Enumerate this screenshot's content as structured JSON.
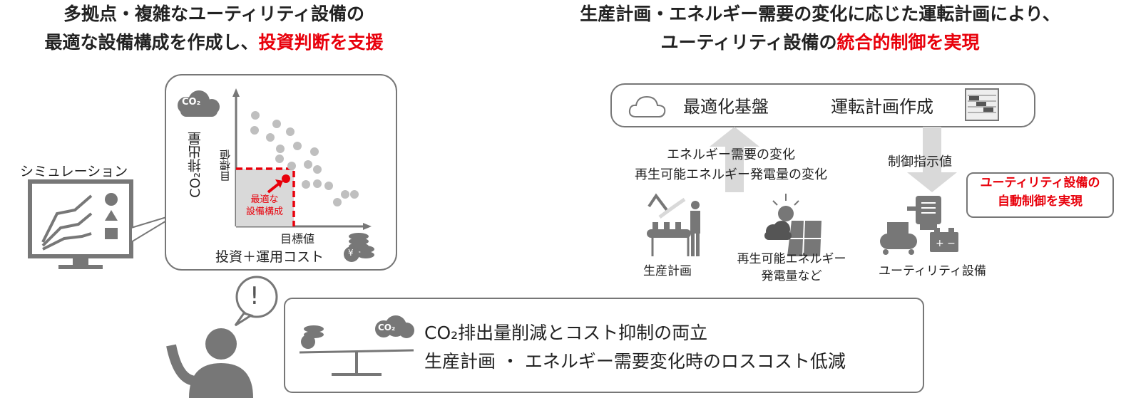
{
  "left_title": {
    "line1": "多拠点・複雑なユーティリティ設備の",
    "line2_prefix": "最適な設備構成を作成し、",
    "line2_highlight": "投資判断を支援"
  },
  "right_title": {
    "line1": "生産計画・エネルギー需要の変化に応じた運転計画により、",
    "line2_prefix": "ユーティリティ設備の",
    "line2_highlight": "統合的制御を実現"
  },
  "simulation": {
    "label": "シミュレーション"
  },
  "chart": {
    "co2_badge": "CO₂",
    "y_label": "CO₂排出量",
    "y_target": "目標値",
    "x_target": "目標値",
    "x_label": "投資＋運用コスト",
    "optimal_label_1": "最適な",
    "optimal_label_2": "設備構成",
    "yen": "¥"
  },
  "platform": {
    "label1": "最適化基盤",
    "label2": "運転計画作成"
  },
  "flow": {
    "up_line1": "エネルギー需要の変化",
    "up_line2": "再生可能エネルギー発電量の変化",
    "down_label": "制御指示値"
  },
  "callout": {
    "line1": "ユーティリティ設備の",
    "line2": "自動制御を実現"
  },
  "icons": {
    "production": "生産計画",
    "renewable_1": "再生可能エネルギー",
    "renewable_2": "発電量など",
    "utility": "ユーティリティ設備"
  },
  "bottom": {
    "exclaim": "!",
    "co2_badge": "CO₂",
    "line1": "CO₂排出量削減とコスト抑制の両立",
    "line2": "生産計画 ・ エネルギー需要変化時のロスコスト低減"
  },
  "colors": {
    "accent": "#e8000b",
    "gray": "#808080",
    "light": "#d9d9d9"
  }
}
